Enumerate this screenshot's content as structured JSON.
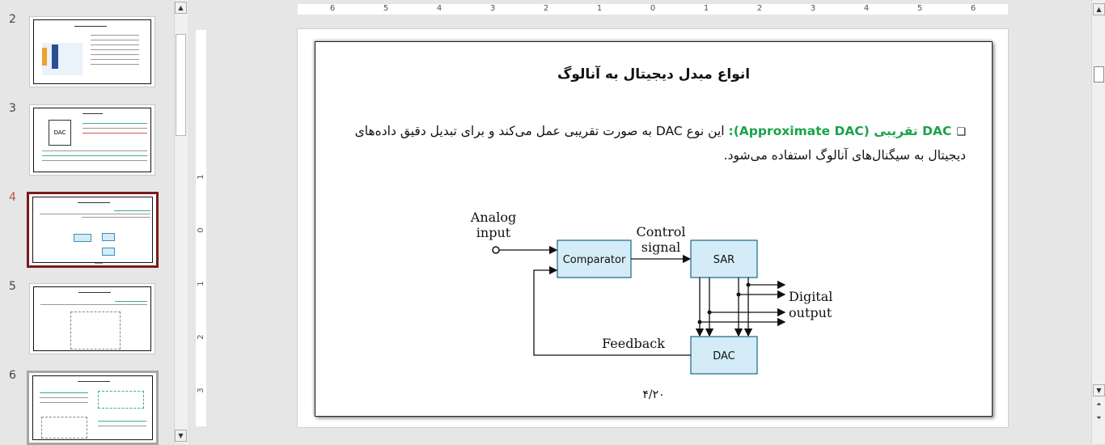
{
  "thumbnails": [
    {
      "number": "2"
    },
    {
      "number": "3"
    },
    {
      "number": "4",
      "selected": true
    },
    {
      "number": "5"
    },
    {
      "number": "6"
    }
  ],
  "ruler": {
    "horizontal": [
      "6",
      "5",
      "4",
      "3",
      "2",
      "1",
      "0",
      "1",
      "2",
      "3",
      "4",
      "5",
      "6"
    ],
    "vertical": [
      "1",
      "0",
      "1",
      "2",
      "3"
    ]
  },
  "slide": {
    "title": "انواع مبدل دیجیتال به آنالوگ",
    "bullet_term": "DAC تقریبی (Approximate DAC):",
    "bullet_text": " این نوع DAC به صورت تقریبی عمل می‌کند و برای تبدیل دقیق داده‌های دیجیتال به سیگنال‌های آنالوگ استفاده می‌شود.",
    "page_number": "۴/۲۰",
    "diagram": {
      "analog_input_line1": "Analog",
      "analog_input_line2": "input",
      "comparator": "Comparator",
      "control_line1": "Control",
      "control_line2": "signal",
      "sar": "SAR",
      "digital_line1": "Digital",
      "digital_line2": "output",
      "feedback": "Feedback",
      "dac": "DAC"
    }
  },
  "colors": {
    "block_fill": "#d4ecf7",
    "block_stroke": "#2a6f8f",
    "accent_green": "#1aa34a",
    "selected_thumb_border": "#7b1a1a"
  }
}
